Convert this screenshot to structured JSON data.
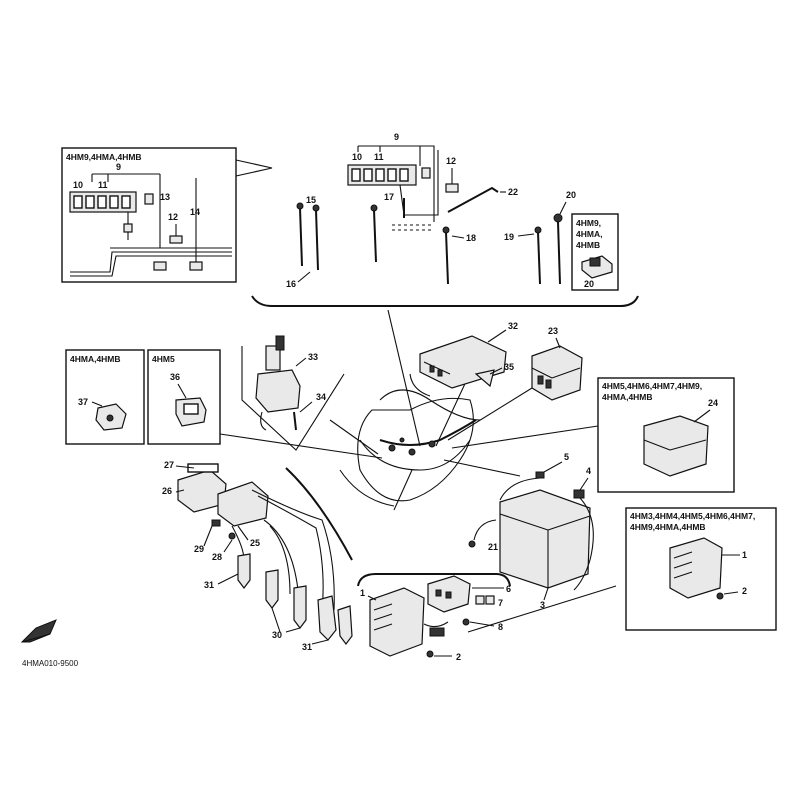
{
  "drawing_code": "4HMA010-9500",
  "captions": {
    "top_inset": "4HM9,4HMA,4HMB",
    "small_right": [
      "4HM9,",
      "4HMA,",
      "4HMB"
    ],
    "left_a": "4HMA,4HMB",
    "left_b": "4HM5",
    "right_mid": [
      "4HM5,4HM6,4HM7,4HM9,",
      "4HMA,4HMB"
    ],
    "right_low": [
      "4HM3,4HM4,4HM5,4HM6,4HM7,",
      "4HM9,4HMA,4HMB"
    ]
  },
  "callouts": {
    "c1": "1",
    "c1b": "1",
    "c2": "2",
    "c2b": "2",
    "c3": "3",
    "c4": "4",
    "c5": "5",
    "c6": "6",
    "c7": "7",
    "c8": "8",
    "c9": "9",
    "c9b": "9",
    "c10": "10",
    "c10b": "10",
    "c11": "11",
    "c11b": "11",
    "c12": "12",
    "c12b": "12",
    "c13": "13",
    "c14": "14",
    "c15": "15",
    "c16": "16",
    "c17": "17",
    "c18": "18",
    "c19": "19",
    "c20": "20",
    "c20b": "20",
    "c21": "21",
    "c22": "22",
    "c23": "23",
    "c24": "24",
    "c25": "25",
    "c26": "26",
    "c27": "27",
    "c28": "28",
    "c29": "29",
    "c30": "30",
    "c31": "31",
    "c31b": "31",
    "c32": "32",
    "c33": "33",
    "c34": "34",
    "c35": "35",
    "c36": "36",
    "c37": "37"
  }
}
